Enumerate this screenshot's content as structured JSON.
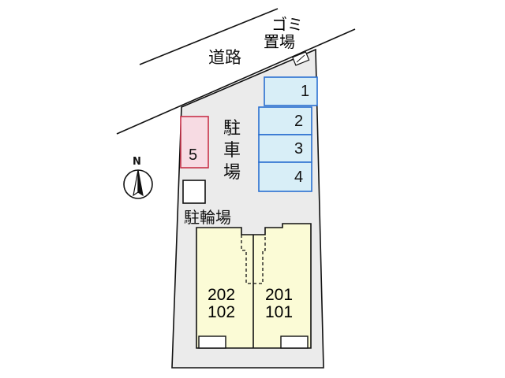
{
  "road": {
    "label": "道路"
  },
  "garbage": {
    "label_line1": "ゴミ",
    "label_line2": "置場"
  },
  "parking": {
    "label": "駐車場"
  },
  "bicycle_parking": {
    "label": "駐輪場"
  },
  "parking_spaces": [
    {
      "label": "1"
    },
    {
      "label": "2"
    },
    {
      "label": "3"
    },
    {
      "label": "4"
    },
    {
      "label": "5"
    }
  ],
  "units": [
    {
      "upper": "202",
      "lower": "102"
    },
    {
      "upper": "201",
      "lower": "101"
    }
  ],
  "compass": {
    "label": "N"
  },
  "colors": {
    "lot_fill": "#ebebeb",
    "parking_blue": "#d8eef7",
    "parking_blue_border": "#2a6fd0",
    "parking_pink": "#f7dbe3",
    "parking_pink_border": "#c8324a",
    "building_fill": "#fbfbd6"
  }
}
